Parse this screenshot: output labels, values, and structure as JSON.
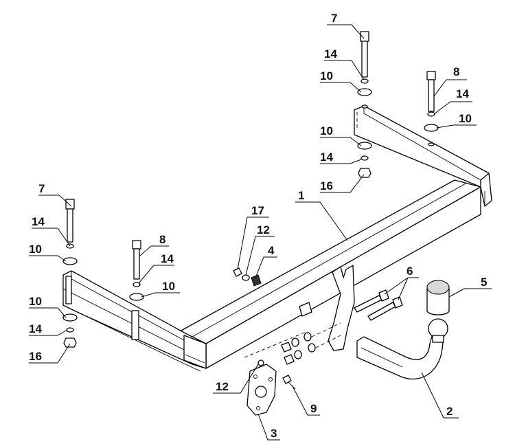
{
  "callouts": {
    "c1": "1",
    "c2": "2",
    "c3": "3",
    "c4": "4",
    "c5": "5",
    "c6": "6",
    "c7_top": "7",
    "c7_left": "7",
    "c8_right": "8",
    "c8_left": "8",
    "c9": "9",
    "c10_rt_upper": "10",
    "c10_rt_right": "10",
    "c10_rt_lower": "10",
    "c10_lf_upper": "10",
    "c10_lf_mid": "10",
    "c10_lf_lower": "10",
    "c12_mid": "12",
    "c12_bottom": "12",
    "c14_rt_upper": "14",
    "c14_rt_right": "14",
    "c14_rt_lower": "14",
    "c14_lf_upper": "14",
    "c14_lf_mid": "14",
    "c14_lf_lower": "14",
    "c16_rt": "16",
    "c16_lf": "16",
    "c17": "17"
  }
}
